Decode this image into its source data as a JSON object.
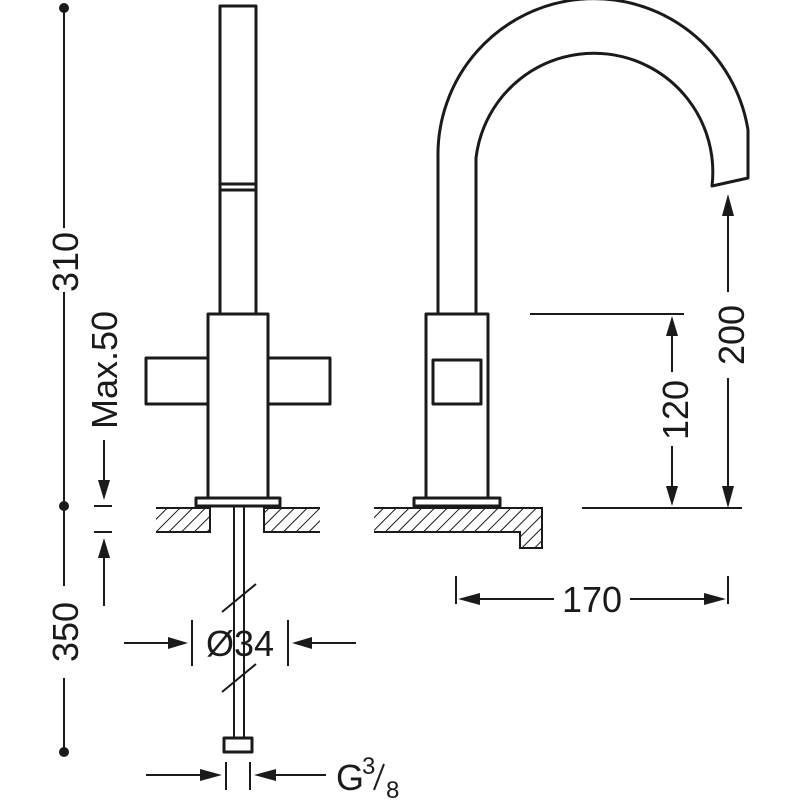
{
  "diagram": {
    "dimensions": {
      "total_height": "310",
      "max_thickness": "Max.50",
      "below_deck": "350",
      "spout_height": "200",
      "handle_height": "120",
      "projection": "170",
      "hole_diameter": "Ø34"
    },
    "connection": {
      "thread_letter": "G",
      "numerator": "3",
      "denominator": "8"
    },
    "colors": {
      "line": "#1a1a1a",
      "background": "#ffffff"
    }
  }
}
